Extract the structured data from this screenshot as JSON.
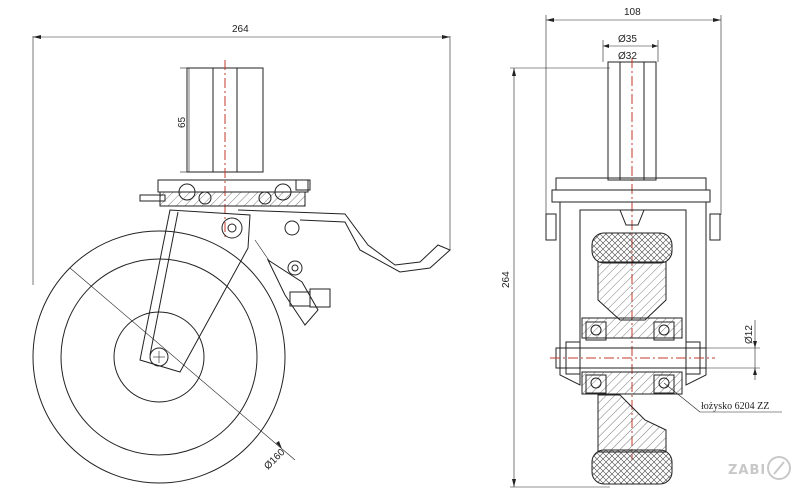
{
  "side_view": {
    "overall_width_label": "264",
    "stem_height_label": "65",
    "wheel_diameter_label": "Ø160"
  },
  "front_view": {
    "overall_width_label": "108",
    "stem_outer_label": "Ø35",
    "stem_inner_label": "Ø32",
    "overall_height_label": "264",
    "axle_label": "Ø12",
    "bearing_note": "łożysko 6204 ZZ"
  },
  "logo": {
    "text": "ZABI"
  }
}
